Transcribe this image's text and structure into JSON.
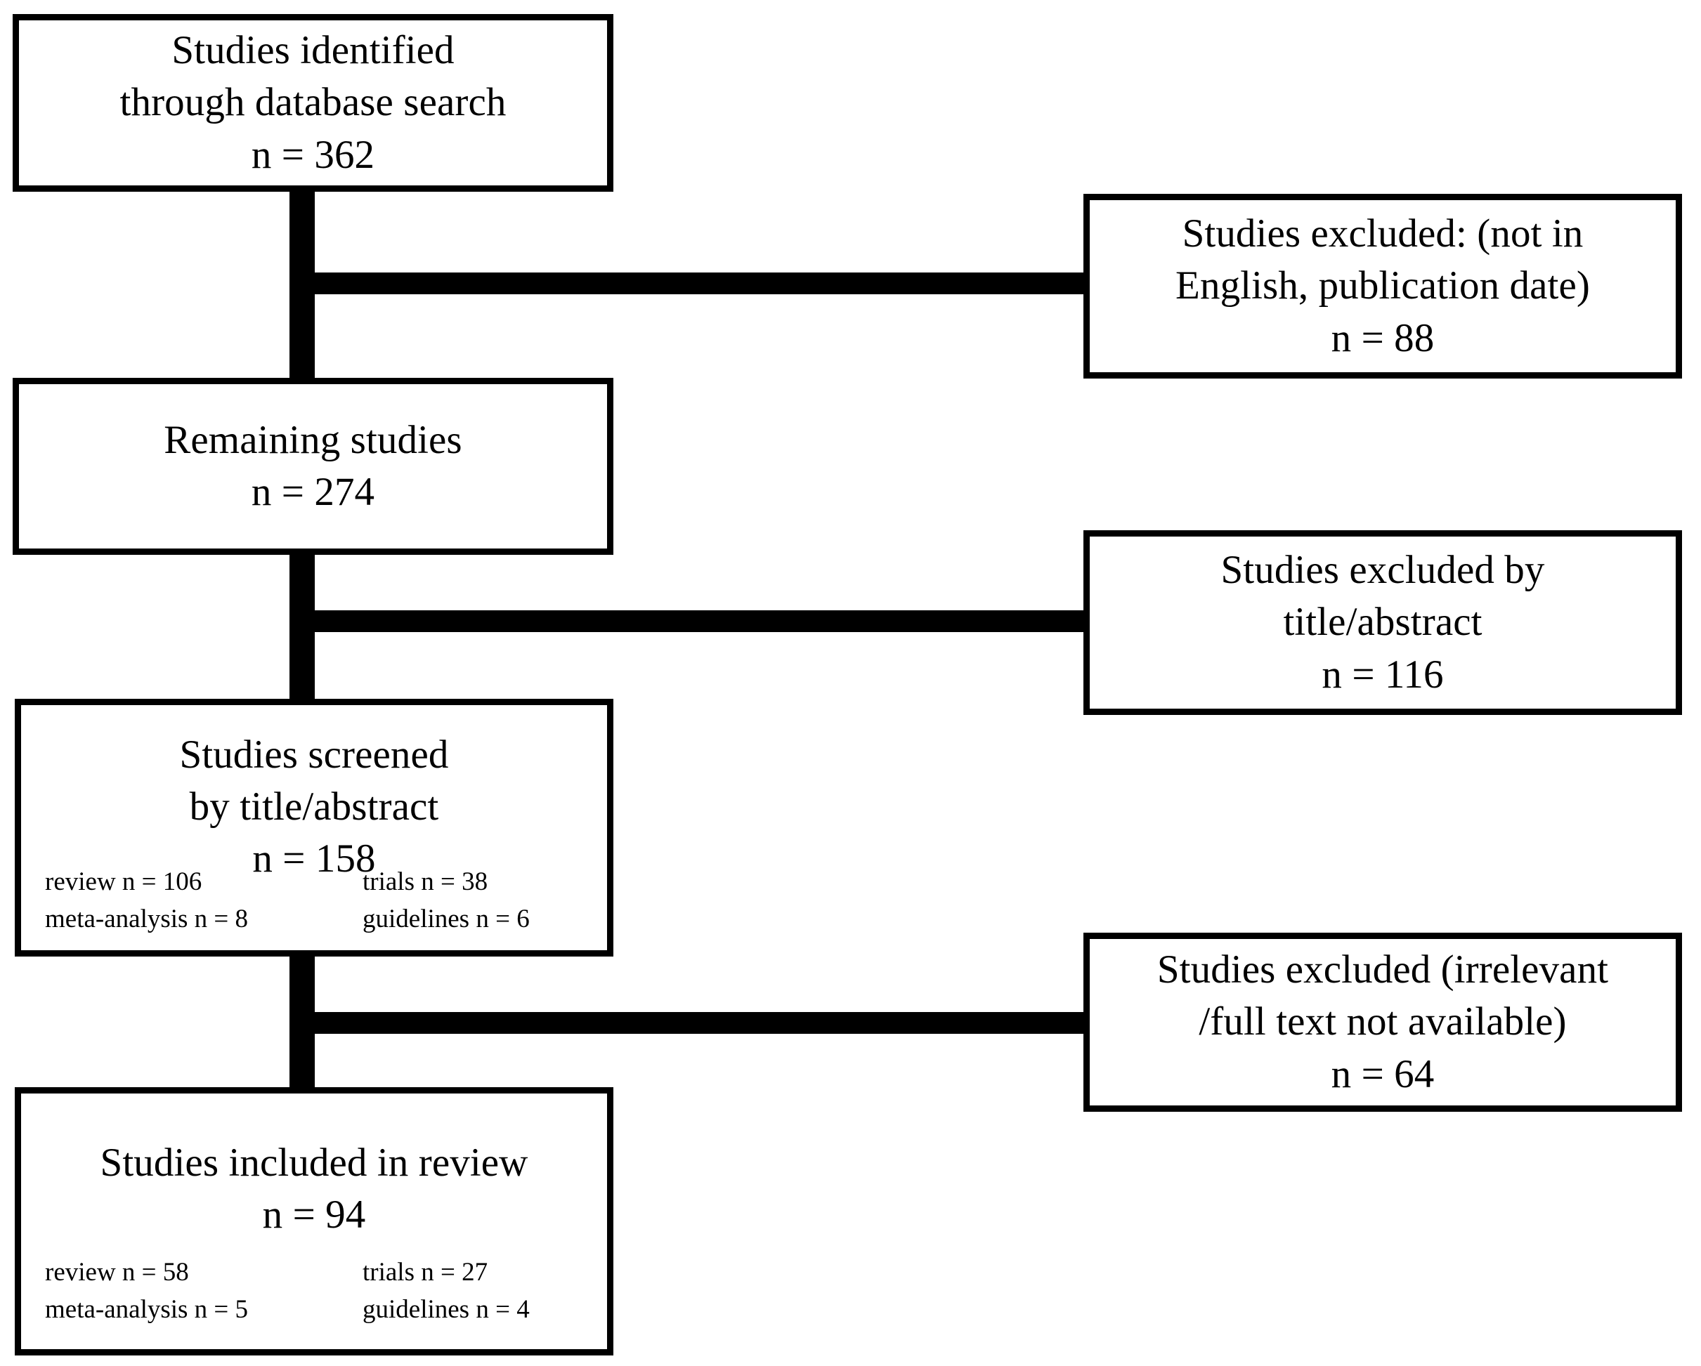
{
  "diagram": {
    "type": "prisma-flow-diagram",
    "title": "Study selection flow",
    "stroke_color": "#000000",
    "background_color": "#ffffff"
  },
  "nodes": {
    "identified": {
      "lines": [
        "Studies identified",
        "through database search",
        "n = 362"
      ]
    },
    "excluded_language_date": {
      "lines": [
        "Studies excluded: (not in",
        "English, publication date)",
        "n = 88"
      ]
    },
    "remaining": {
      "lines": [
        "Remaining studies",
        "n = 274"
      ]
    },
    "excluded_title_abstract": {
      "lines": [
        "Studies excluded by",
        "title/abstract",
        "n = 116"
      ]
    },
    "screened": {
      "lines": [
        "Studies screened",
        "by title/abstract",
        "n = 158"
      ],
      "stats": {
        "left": [
          "review n = 106",
          "meta-analysis n = 8"
        ],
        "right": [
          "trials n = 38",
          "guidelines n = 6"
        ]
      }
    },
    "excluded_irrelevant": {
      "lines": [
        "Studies excluded (irrelevant",
        "/full text not available)",
        "n = 64"
      ]
    },
    "included": {
      "lines": [
        "Studies included in review",
        "n = 94"
      ],
      "stats": {
        "left": [
          "review n = 58",
          "meta-analysis n = 5"
        ],
        "right": [
          "trials n = 27",
          "guidelines n = 4"
        ]
      }
    }
  },
  "chart_data": {
    "type": "table",
    "title": "PRISMA study selection counts",
    "stages": [
      {
        "label": "Studies identified through database search",
        "n": 362
      },
      {
        "label": "Studies excluded: (not in English, publication date)",
        "n": 88
      },
      {
        "label": "Remaining studies",
        "n": 274
      },
      {
        "label": "Studies excluded by title/abstract",
        "n": 116
      },
      {
        "label": "Studies screened by title/abstract",
        "n": 158
      },
      {
        "label": "Studies excluded (irrelevant /full text not available)",
        "n": 64
      },
      {
        "label": "Studies included in review",
        "n": 94
      }
    ],
    "breakdowns": {
      "screened": {
        "review": 106,
        "meta-analysis": 8,
        "trials": 38,
        "guidelines": 6
      },
      "included": {
        "review": 58,
        "meta-analysis": 5,
        "trials": 27,
        "guidelines": 4
      }
    }
  }
}
